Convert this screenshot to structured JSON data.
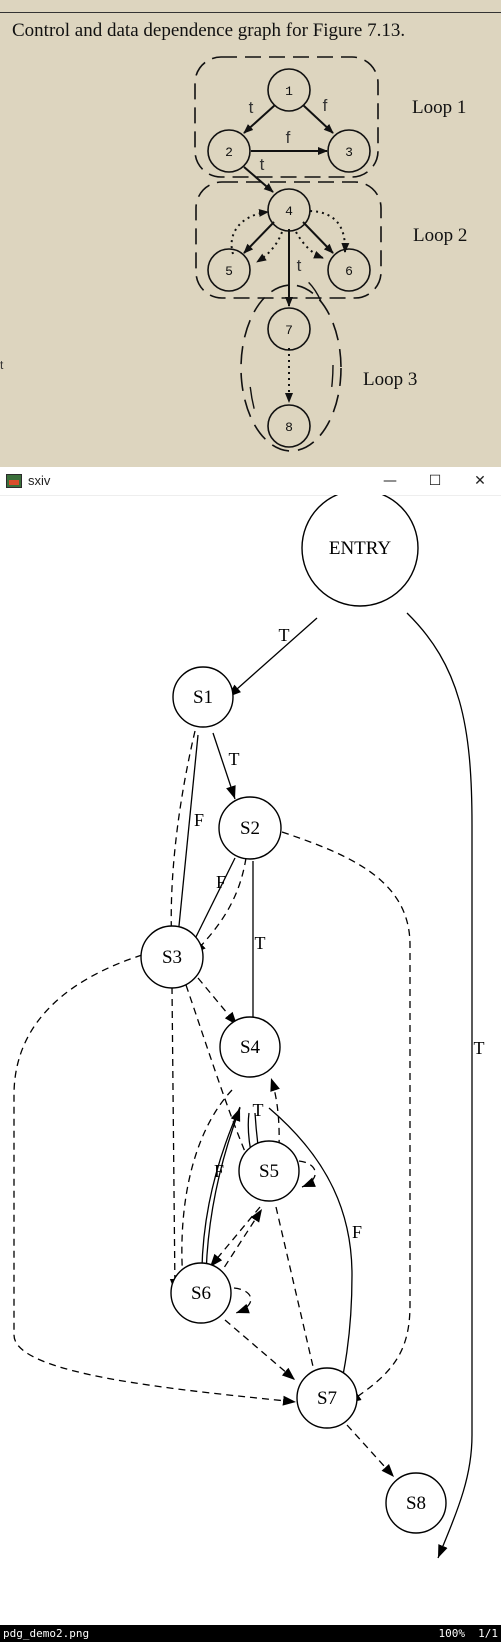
{
  "figure": {
    "caption": "Control and data dependence graph for Figure 7.13.",
    "nodes": [
      "1",
      "2",
      "3",
      "4",
      "5",
      "6",
      "7",
      "8"
    ],
    "edge_labels": {
      "l1": "t",
      "l2": "f",
      "l3": "f",
      "l4": "t",
      "l5": "t"
    },
    "loops": [
      "Loop 1",
      "Loop 2",
      "Loop 3"
    ]
  },
  "window": {
    "title": "sxiv",
    "minimize_glyph": "—",
    "maximize_glyph": "☐",
    "close_glyph": "✕"
  },
  "graph": {
    "nodes": {
      "entry": "ENTRY",
      "s1": "S1",
      "s2": "S2",
      "s3": "S3",
      "s4": "S4",
      "s5": "S5",
      "s6": "S6",
      "s7": "S7",
      "s8": "S8"
    },
    "edge_labels": {
      "entry_s1": "T",
      "s1_s2": "T",
      "s1_s3": "F",
      "s2_s3": "F",
      "s2_s4": "T",
      "entry_s8": "T",
      "s4_s5": "T",
      "s4_s6": "F",
      "s4_s7": "F"
    }
  },
  "status": {
    "filename": "pdg_demo2.png",
    "zoom": "100%",
    "page": "1/1"
  }
}
